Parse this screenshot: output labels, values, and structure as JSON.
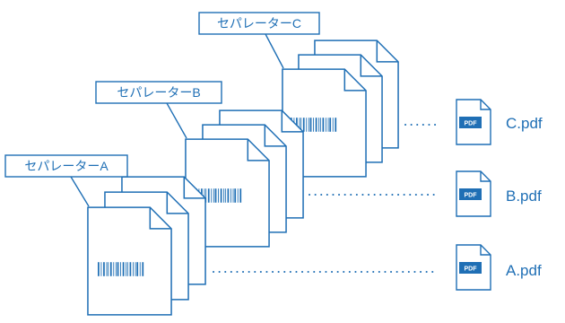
{
  "colors": {
    "accent": "#1f6fb5",
    "background": "#ffffff"
  },
  "separators": [
    {
      "label": "セパレーターA"
    },
    {
      "label": "セパレーターB"
    },
    {
      "label": "セパレーターC"
    }
  ],
  "outputs": [
    {
      "badge": "PDF",
      "filename": "A.pdf"
    },
    {
      "badge": "PDF",
      "filename": "B.pdf"
    },
    {
      "badge": "PDF",
      "filename": "C.pdf"
    }
  ]
}
